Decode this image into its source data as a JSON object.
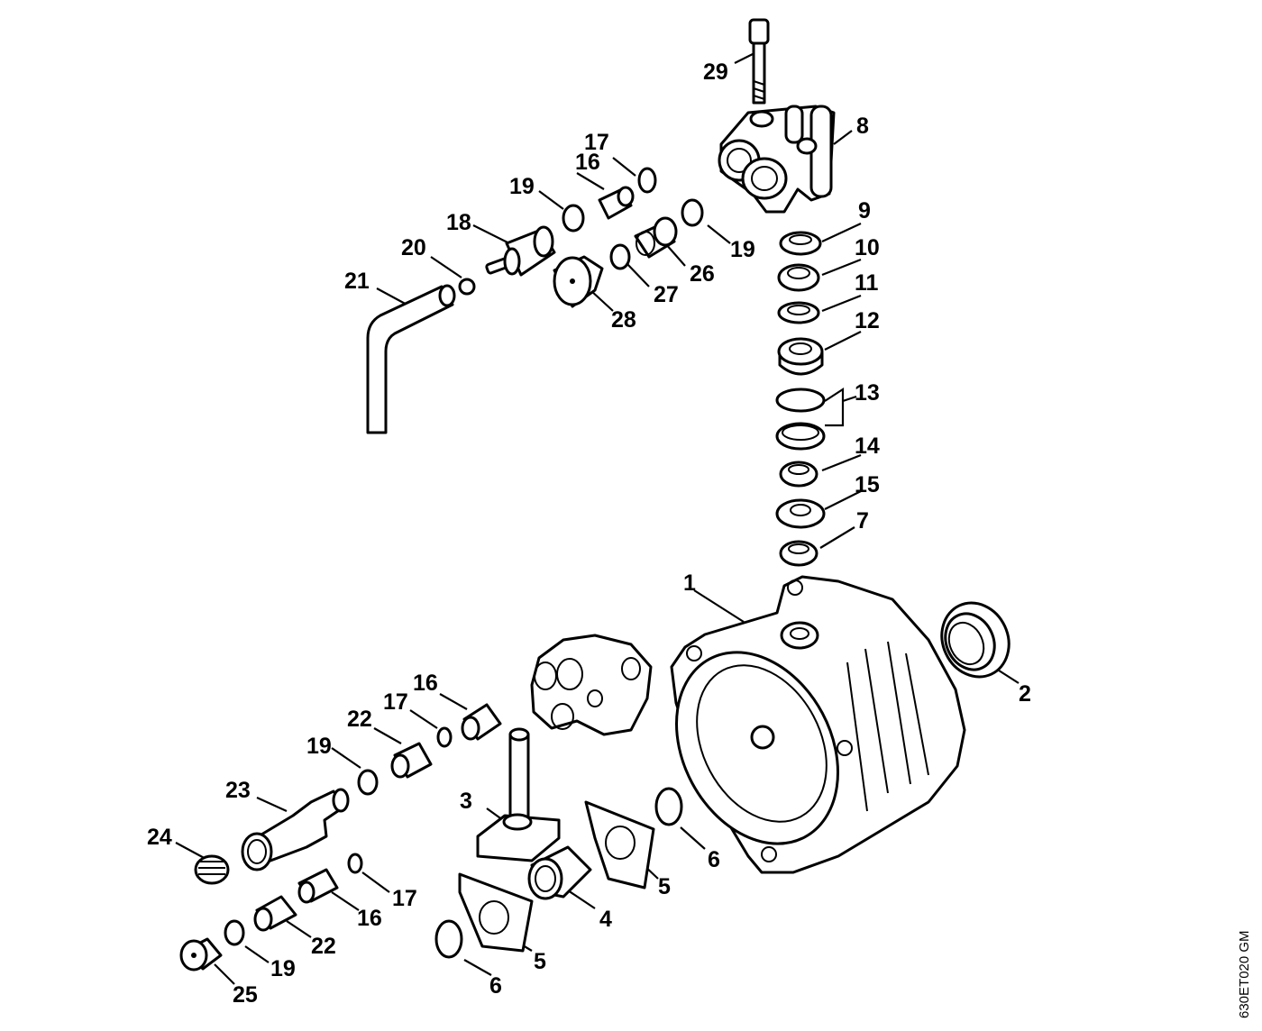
{
  "drawing_code": "630ET020 GM",
  "callouts": [
    {
      "id": "c1",
      "text": "1"
    },
    {
      "id": "c2",
      "text": "2"
    },
    {
      "id": "c3",
      "text": "3"
    },
    {
      "id": "c4",
      "text": "4"
    },
    {
      "id": "c5a",
      "text": "5"
    },
    {
      "id": "c5b",
      "text": "5"
    },
    {
      "id": "c6a",
      "text": "6"
    },
    {
      "id": "c6b",
      "text": "6"
    },
    {
      "id": "c7",
      "text": "7"
    },
    {
      "id": "c8",
      "text": "8"
    },
    {
      "id": "c9",
      "text": "9"
    },
    {
      "id": "c10",
      "text": "10"
    },
    {
      "id": "c11",
      "text": "11"
    },
    {
      "id": "c12",
      "text": "12"
    },
    {
      "id": "c13",
      "text": "13"
    },
    {
      "id": "c14",
      "text": "14"
    },
    {
      "id": "c15",
      "text": "15"
    },
    {
      "id": "c16a",
      "text": "16"
    },
    {
      "id": "c16b",
      "text": "16"
    },
    {
      "id": "c16c",
      "text": "16"
    },
    {
      "id": "c17a",
      "text": "17"
    },
    {
      "id": "c17b",
      "text": "17"
    },
    {
      "id": "c17c",
      "text": "17"
    },
    {
      "id": "c18",
      "text": "18"
    },
    {
      "id": "c19a",
      "text": "19"
    },
    {
      "id": "c19b",
      "text": "19"
    },
    {
      "id": "c19c",
      "text": "19"
    },
    {
      "id": "c19d",
      "text": "19"
    },
    {
      "id": "c20",
      "text": "20"
    },
    {
      "id": "c21",
      "text": "21"
    },
    {
      "id": "c22a",
      "text": "22"
    },
    {
      "id": "c22b",
      "text": "22"
    },
    {
      "id": "c23",
      "text": "23"
    },
    {
      "id": "c24",
      "text": "24"
    },
    {
      "id": "c25",
      "text": "25"
    },
    {
      "id": "c26",
      "text": "26"
    },
    {
      "id": "c27",
      "text": "27"
    },
    {
      "id": "c28",
      "text": "28"
    },
    {
      "id": "c29",
      "text": "29"
    }
  ]
}
